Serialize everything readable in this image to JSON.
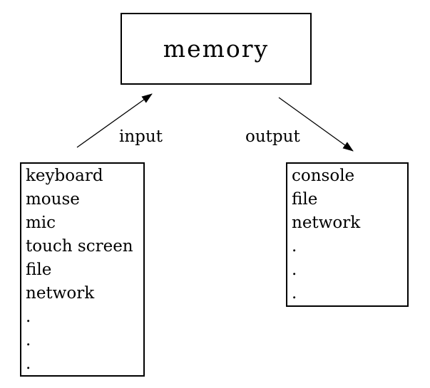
{
  "diagram": {
    "memory": {
      "label": "memory"
    },
    "input": {
      "label": "input",
      "items": [
        "keyboard",
        "mouse",
        "mic",
        "touch screen",
        "file",
        "network",
        ".",
        ".",
        "."
      ]
    },
    "output": {
      "label": "output",
      "items": [
        "console",
        "file",
        "network",
        ".",
        ".",
        "."
      ]
    }
  },
  "colors": {
    "background": "#ffffff",
    "line": "#000000",
    "text": "#000000"
  }
}
